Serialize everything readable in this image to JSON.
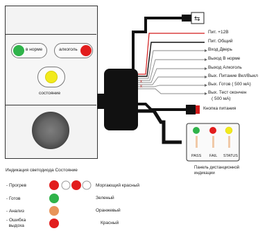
{
  "device": {
    "button_ok_label": "в норме",
    "button_alcohol_label": "алкоголь",
    "status_label": "состояние"
  },
  "wires": {
    "items": [
      {
        "label": "Пит. +12В"
      },
      {
        "label": "Пит. Общий"
      },
      {
        "label": "Вход Дверь"
      },
      {
        "label": "Выход В норме"
      },
      {
        "label": "Выход Алкоголь"
      },
      {
        "label": "Вых. Питание Вкл/Выкл"
      },
      {
        "label": "Вых. Готов  ( 500 мА)"
      },
      {
        "label": "Вых. Тест окончен"
      },
      {
        "label": "( 500 мА)"
      }
    ],
    "power_button_label": "Кнопка питания"
  },
  "remote_panel": {
    "labels": [
      "PASS",
      "FAIL",
      "STATUS"
    ],
    "caption_line1": "Панель дистанционной",
    "caption_line2": "индикации"
  },
  "legend": {
    "title": "Индикация  светодиода Состояние",
    "rows": [
      {
        "name": "- Прогрев",
        "desc": "Моргающий красный"
      },
      {
        "name": "- Готов",
        "desc": "Зеленый"
      },
      {
        "name": "- Анализ",
        "desc": "Оранжевый"
      },
      {
        "name_line1": "- Ошибка",
        "name_line2": "  выдоха",
        "desc": "Красный"
      }
    ]
  },
  "colors": {
    "green": "#2fb34a",
    "red": "#e21d1d",
    "yellow": "#f2ea1c",
    "orange": "#e8955a",
    "dark": "#111111",
    "wire_red": "#d21a1a"
  }
}
